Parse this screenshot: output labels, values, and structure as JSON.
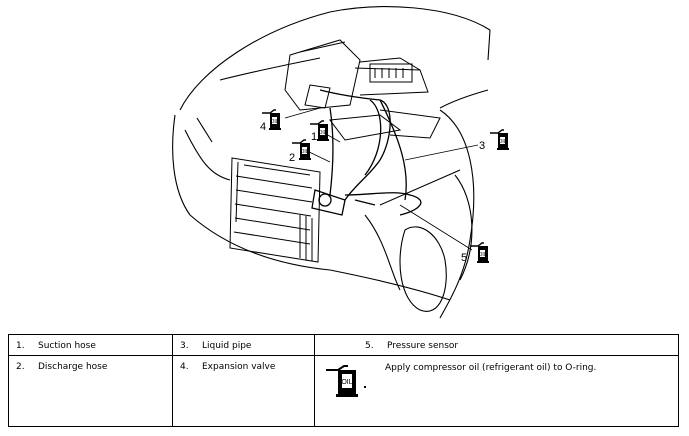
{
  "diagram": {
    "callouts": [
      {
        "id": "1",
        "label": "1"
      },
      {
        "id": "2",
        "label": "2"
      },
      {
        "id": "3",
        "label": "3"
      },
      {
        "id": "4",
        "label": "4"
      },
      {
        "id": "5",
        "label": "5"
      }
    ],
    "icon_names": [
      "oil-can-icon"
    ]
  },
  "legend": {
    "items": [
      {
        "num": "1.",
        "label": "Suction hose"
      },
      {
        "num": "2.",
        "label": "Discharge hose"
      },
      {
        "num": "3.",
        "label": "Liquid pipe"
      },
      {
        "num": "4.",
        "label": "Expansion valve"
      },
      {
        "num": "5.",
        "label": "Pressure sensor"
      }
    ],
    "note": "Apply compressor oil (refrigerant oil) to O-ring."
  }
}
